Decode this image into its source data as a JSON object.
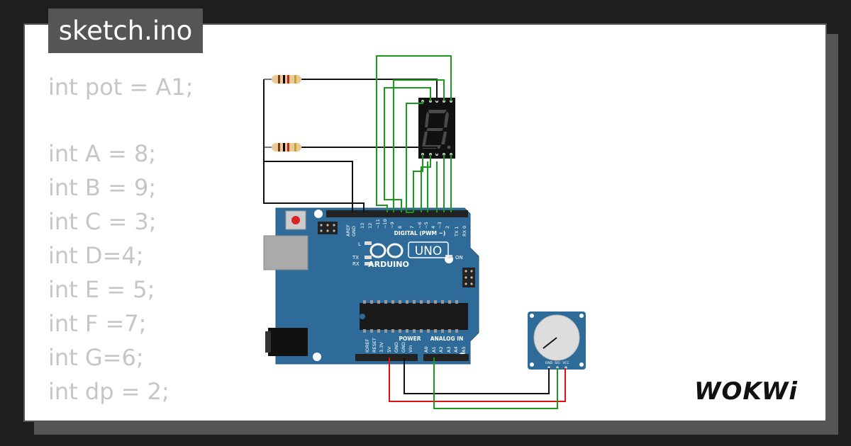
{
  "file": {
    "name": "sketch.ino"
  },
  "code": {
    "lines": [
      "int pot = A1;",
      "int A = 8;",
      "int B = 9;",
      "int C = 3;",
      "int D=4;",
      "int E = 5;",
      "int F =7;",
      "int G=6;",
      "int dp = 2;"
    ]
  },
  "arduino": {
    "model": "UNO",
    "brand": "ARDUINO",
    "digital_label": "DIGITAL (PWM ~)",
    "power_label": "POWER",
    "analog_label": "ANALOG IN",
    "on_label": "ON",
    "l_label": "L",
    "tx_label": "TX",
    "rx_label": "RX",
    "digital_pins": [
      "AREF",
      "GND",
      "13",
      "12",
      "~11",
      "~10",
      "~9",
      "8",
      "7",
      "~6",
      "~5",
      "4",
      "~3",
      "2",
      "TX 1",
      "RX 0"
    ],
    "power_pins": [
      "IOREF",
      "RESET",
      "3.3V",
      "5V",
      "GND",
      "GND",
      "Vin"
    ],
    "analog_pins": [
      "A0",
      "A1",
      "A2",
      "A3",
      "A4",
      "A5"
    ]
  },
  "potentiometer": {
    "pins": [
      "GND",
      "SIG",
      "VCC"
    ]
  },
  "brand": {
    "logo": "WOKWi"
  },
  "colors": {
    "board": "#2f6b98",
    "wire_green": "#1a9a1a",
    "wire_red": "#e01010",
    "wire_black": "#111111",
    "code_text": "#c6c6c6",
    "tab_bg": "#555555"
  }
}
